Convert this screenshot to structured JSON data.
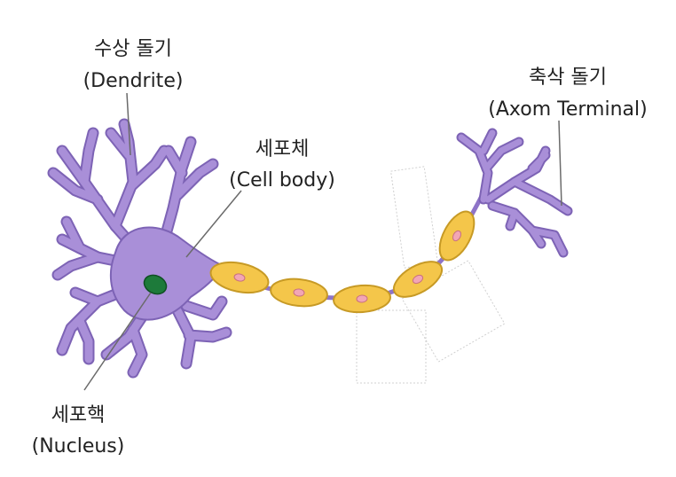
{
  "labels": {
    "dendrite": {
      "korean": "수상 돌기",
      "english": "(Dendrite)"
    },
    "cell_body": {
      "korean": "세포체",
      "english": "(Cell body)"
    },
    "axon_terminal": {
      "korean": "축삭 돌기",
      "english": "(Axom Terminal)"
    },
    "nucleus": {
      "korean": "세포핵",
      "english": "(Nucleus)"
    }
  },
  "colors": {
    "neuron_body": "#a98fd8",
    "neuron_outline": "#7d63b5",
    "nucleus": "#1d7a3a",
    "myelin": "#f4c64a",
    "myelin_outline": "#c79a25",
    "schwann_nucleus": "#f2a6b5",
    "axon": "#a98fd8"
  }
}
